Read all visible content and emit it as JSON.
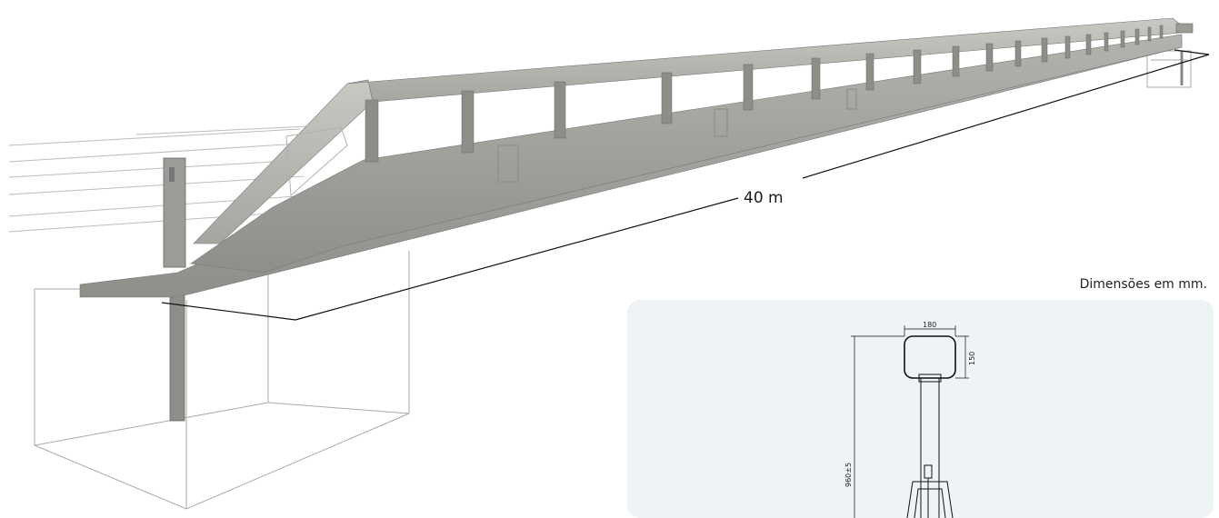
{
  "diagram": {
    "length_label": "40 m",
    "units_note": "Dimensões em mm.",
    "section": {
      "width_label": "180",
      "height_label": "150",
      "total_height_label": "960±5"
    }
  },
  "colors": {
    "concrete": "#a9a9a3",
    "concrete_dark": "#8a8a84",
    "panel_bg": "#eef3f6",
    "line": "#111111"
  }
}
